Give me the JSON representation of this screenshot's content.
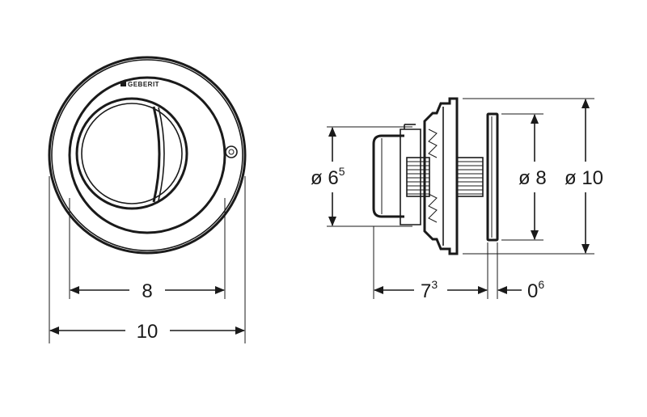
{
  "brand": {
    "logo_text": "GEBERIT"
  },
  "front_view": {
    "dim_inner": {
      "main": "8",
      "sup": ""
    },
    "dim_outer": {
      "main": "10",
      "sup": ""
    }
  },
  "side_view": {
    "dim_button_dia": {
      "main": "ø 6",
      "sup": "5"
    },
    "dim_inner_dia": {
      "main": "ø 8",
      "sup": ""
    },
    "dim_outer_dia": {
      "main": "ø 10",
      "sup": ""
    },
    "dim_depth": {
      "main": "7",
      "sup": "3"
    },
    "dim_plate": {
      "main": "0",
      "sup": "6"
    }
  }
}
